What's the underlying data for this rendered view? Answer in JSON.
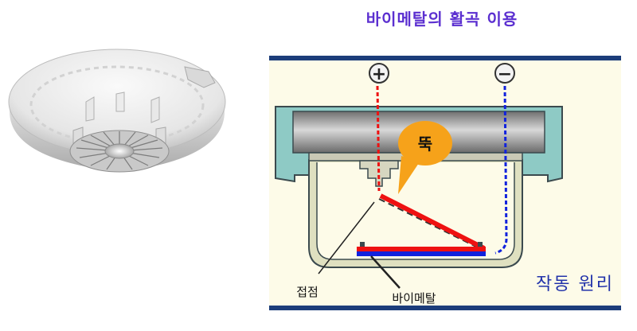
{
  "title": "바이메탈의 활곡 이용",
  "labels": {
    "plus": "+",
    "minus": "−",
    "ttuk": "뚝",
    "contact": "접점",
    "bimetal": "바이메탈",
    "principle": "작동 원리"
  },
  "colors": {
    "title": "#5b2fd0",
    "frame_bar": "#1c3d7a",
    "panel_bg": "#fdfbe8",
    "housing_fill": "#8ecac5",
    "housing_dark": "#4e5a64",
    "cup_fill": "#dfe0c0",
    "red_wire": "#ee1111",
    "blue_wire": "#1122dd",
    "bubble": "#f6a21a",
    "principle_text": "#2233aa"
  },
  "icons": {
    "detector": "heat-detector-photo",
    "plus_terminal": "plus-circle-icon",
    "minus_terminal": "minus-circle-icon"
  }
}
